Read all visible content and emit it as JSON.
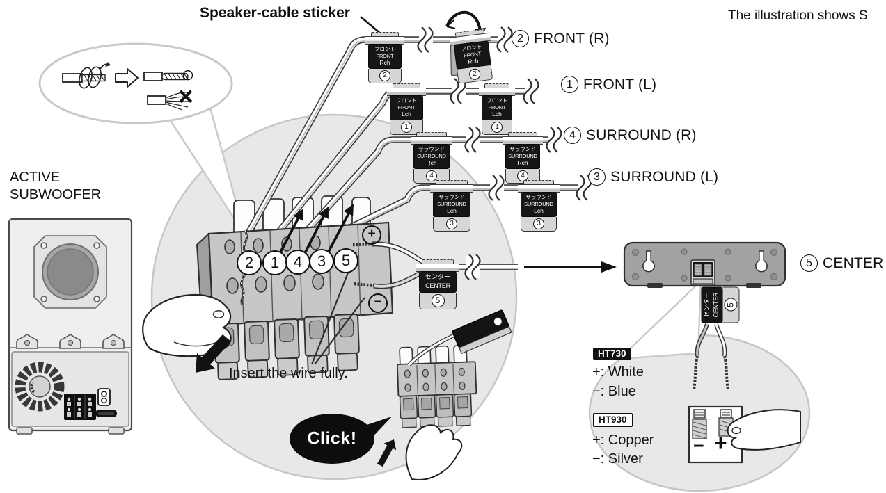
{
  "header": {
    "title": "Speaker-cable sticker",
    "note": "The illustration shows S"
  },
  "subwoofer": {
    "line1": "ACTIVE",
    "line2": "SUBWOOFER"
  },
  "wire_prep": {
    "good_mark": "○",
    "bad_mark": "×"
  },
  "cables": [
    {
      "num": "2",
      "name": "FRONT (R)",
      "sticker": {
        "jp": "フロント",
        "en": "FRONT",
        "ch": "Rch"
      }
    },
    {
      "num": "1",
      "name": "FRONT (L)",
      "sticker": {
        "jp": "フロント",
        "en": "FRONT",
        "ch": "Lch"
      }
    },
    {
      "num": "4",
      "name": "SURROUND (R)",
      "sticker": {
        "jp": "サラウンド",
        "en": "SURROUND",
        "ch": "Rch"
      }
    },
    {
      "num": "3",
      "name": "SURROUND (L)",
      "sticker": {
        "jp": "サラウンド",
        "en": "SURROUND",
        "ch": "Lch"
      }
    },
    {
      "num": "5",
      "name": "CENTER",
      "sticker": {
        "jp": "センター",
        "en": "CENTER",
        "ch": ""
      }
    }
  ],
  "terminal": {
    "order": [
      "2",
      "1",
      "4",
      "3",
      "5"
    ],
    "plus": "+",
    "minus": "−"
  },
  "instructions": {
    "insert": "Insert the wire fully.",
    "click": "Click!"
  },
  "models": [
    {
      "name": "HT730",
      "plus": "+: White",
      "minus": "−: Blue"
    },
    {
      "name": "HT930",
      "plus": "+: Copper",
      "minus": "−: Silver"
    }
  ],
  "speaker_terminal": {
    "minus": "−",
    "plus": "+"
  },
  "colors": {
    "line": "#2f2f2f",
    "zoom_circle": "#e8e8e8",
    "sticker_black": "#161616",
    "sticker_gray": "#d6d6d6",
    "speaker_body": "#a2a2a2",
    "balloon_stroke": "#c9c9c9"
  }
}
